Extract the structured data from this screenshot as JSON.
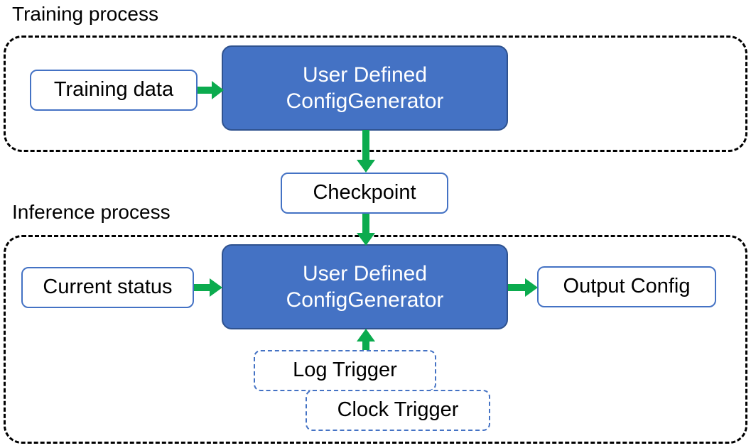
{
  "diagram": {
    "title_hidden": "",
    "colors": {
      "node_fill_blue": "#4472C4",
      "node_border_blue": "#4472C4",
      "node_border_dark_blue": "#2F528F",
      "arrow_green": "#0BAB4E",
      "container_dash": "#000000",
      "text_dark": "#000000",
      "text_light": "#FFFFFF",
      "background": "#FFFFFF"
    },
    "sections": [
      {
        "id": "training",
        "label": "Training process"
      },
      {
        "id": "inference",
        "label": "Inference process"
      }
    ],
    "nodes": [
      {
        "id": "training-data",
        "label": "Training data",
        "style": "outline"
      },
      {
        "id": "generator-train",
        "label": "User Defined ConfigGenerator",
        "line1": "User Defined",
        "line2": "ConfigGenerator",
        "style": "filled"
      },
      {
        "id": "checkpoint",
        "label": "Checkpoint",
        "style": "outline"
      },
      {
        "id": "current-status",
        "label": "Current status",
        "style": "outline"
      },
      {
        "id": "generator-infer",
        "label": "User Defined ConfigGenerator",
        "line1": "User Defined",
        "line2": "ConfigGenerator",
        "style": "filled"
      },
      {
        "id": "output-config",
        "label": "Output Config",
        "style": "outline"
      },
      {
        "id": "log-trigger",
        "label": "Log Trigger",
        "style": "dashed-outline"
      },
      {
        "id": "clock-trigger",
        "label": "Clock Trigger",
        "style": "dashed-outline"
      }
    ],
    "edges": [
      {
        "id": "data-to-gen",
        "from": "training-data",
        "to": "generator-train",
        "direction": "right"
      },
      {
        "id": "gen-to-ckpt",
        "from": "generator-train",
        "to": "checkpoint",
        "direction": "down"
      },
      {
        "id": "ckpt-to-gen",
        "from": "checkpoint",
        "to": "generator-infer",
        "direction": "down"
      },
      {
        "id": "status-to-gen",
        "from": "current-status",
        "to": "generator-infer",
        "direction": "right"
      },
      {
        "id": "gen-to-output",
        "from": "generator-infer",
        "to": "output-config",
        "direction": "right"
      },
      {
        "id": "trigger-to-gen",
        "from": "log-trigger",
        "to": "generator-infer",
        "direction": "up"
      }
    ]
  }
}
